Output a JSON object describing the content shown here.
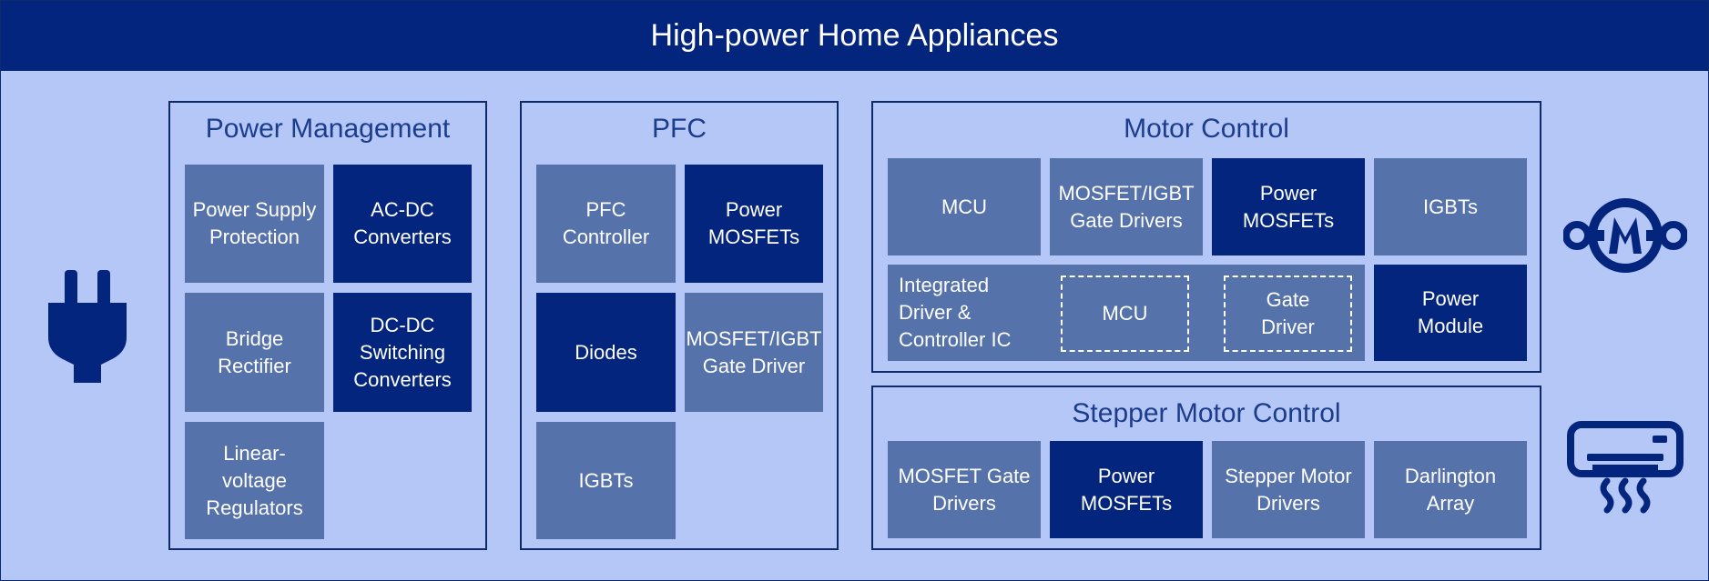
{
  "header": {
    "title": "High-power Home Appliances"
  },
  "icons": [
    "power-plug-icon",
    "motor-icon",
    "air-conditioner-icon"
  ],
  "colors": {
    "header": "#03257d",
    "background": "#b4c7f7",
    "dark_block": "#03257d",
    "light_block": "#5672ab",
    "title_text": "#1c3c8c"
  },
  "power_management": {
    "title": "Power Management",
    "blocks": [
      "Power Supply\nProtection",
      "AC-DC\nConverters",
      "Bridge\nRectifier",
      "DC-DC\nSwitching\nConverters",
      "Linear-\nvoltage\nRegulators"
    ]
  },
  "pfc": {
    "title": "PFC",
    "blocks": [
      "PFC\nController",
      "Power\nMOSFETs",
      "Diodes",
      "MOSFET/IGBT\nGate Driver",
      "IGBTs"
    ]
  },
  "motor_control": {
    "title": "Motor Control",
    "blocks": [
      "MCU",
      "MOSFET/IGBT\nGate Drivers",
      "Power\nMOSFETs",
      "IGBTs"
    ],
    "integrated": {
      "label": "Integrated\nDriver &\nController IC",
      "mcu": "MCU",
      "gate_driver": "Gate\nDriver"
    },
    "power_module": "Power\nModule"
  },
  "stepper_motor_control": {
    "title": "Stepper Motor Control",
    "blocks": [
      "MOSFET Gate\nDrivers",
      "Power\nMOSFETs",
      "Stepper Motor\nDrivers",
      "Darlington\nArray"
    ]
  }
}
